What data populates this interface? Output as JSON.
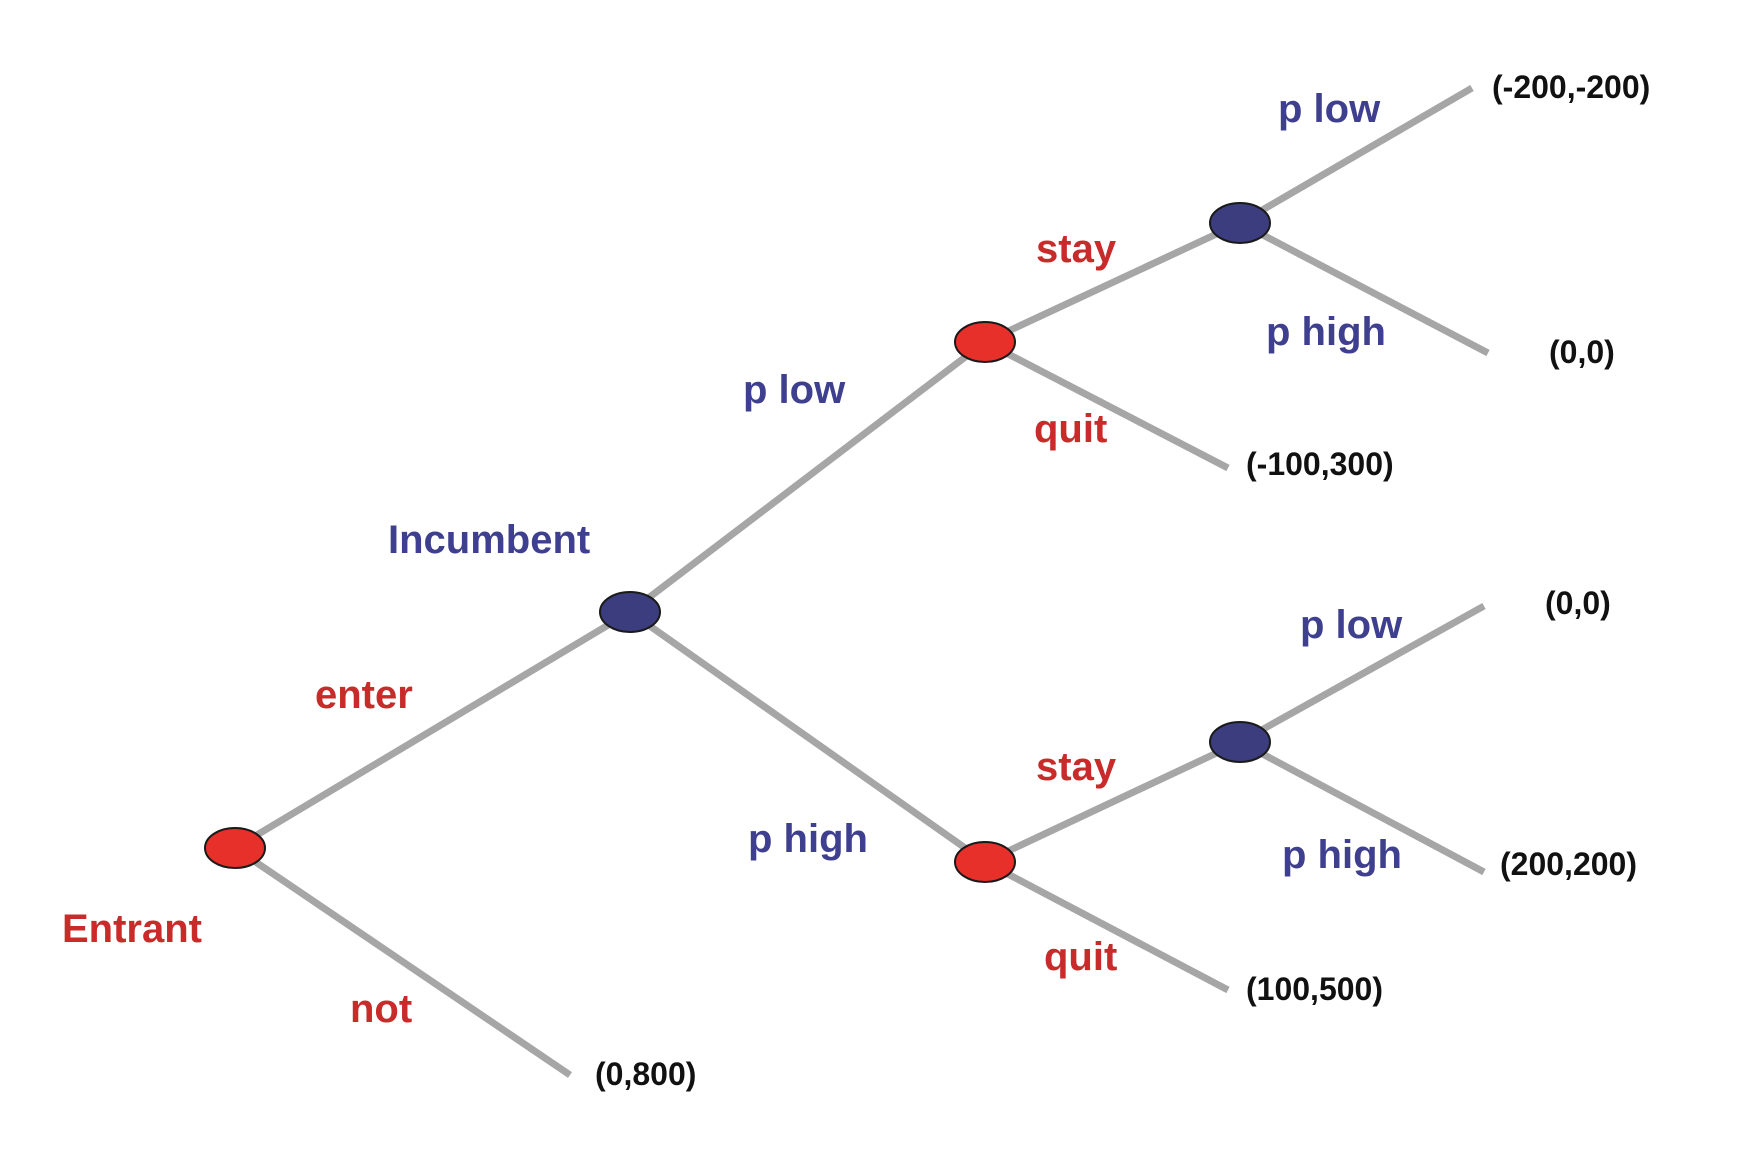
{
  "colors": {
    "entrant": "#e8302a",
    "incumbent": "#3c3d7f",
    "edge": "#a6a6a6",
    "entrant_text": "#c92a2a",
    "incumbent_text": "#3f3f8f",
    "payoff_text": "#111111"
  },
  "players": {
    "entrant": "Entrant",
    "incumbent": "Incumbent"
  },
  "actions": {
    "enter": "enter",
    "not": "not",
    "p_low_top": "p low",
    "p_high_mid": "p high",
    "stay_top": "stay",
    "quit_top": "quit",
    "stay_bottom": "stay",
    "quit_bottom": "quit",
    "p_low_top_top": "p low",
    "p_high_top_top": "p high",
    "p_low_bottom": "p low",
    "p_high_bottom": "p high"
  },
  "payoffs": {
    "not": "(0,800)",
    "top_low_low": "(-200,-200)",
    "top_low_high": "(0,0)",
    "top_quit": "(-100,300)",
    "bottom_high_low": "(0,0)",
    "bottom_high_high": "(200,200)",
    "bottom_quit": "(100,500)"
  }
}
